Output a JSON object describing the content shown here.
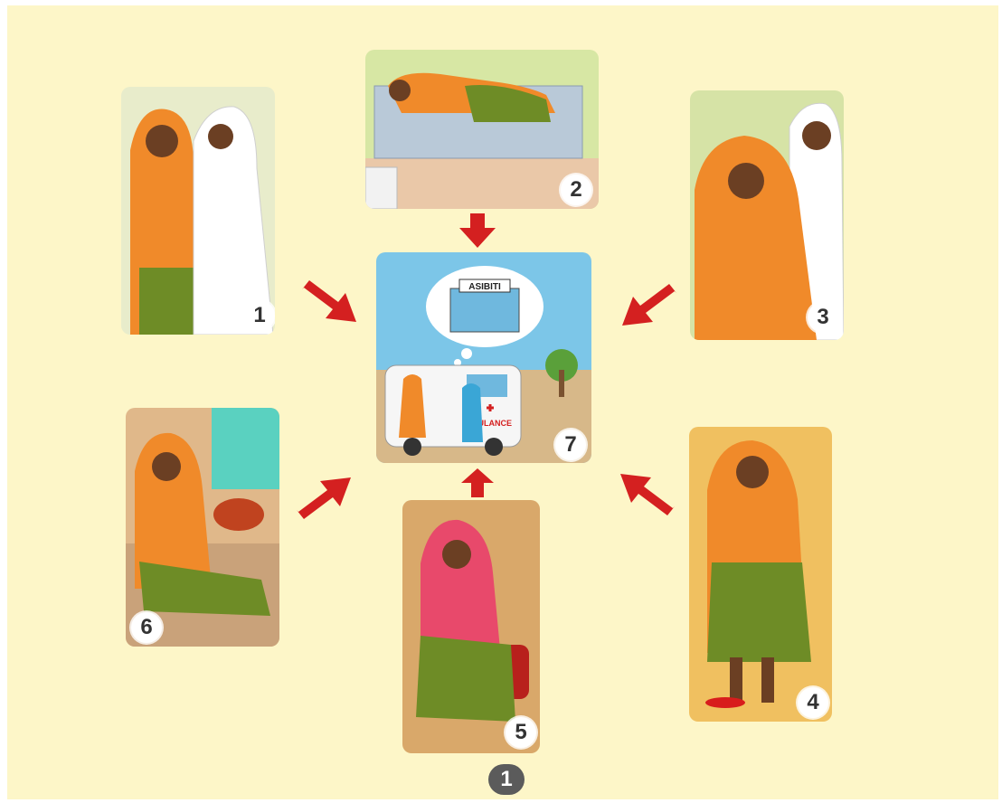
{
  "panels": [
    {
      "id": "1",
      "label": "1"
    },
    {
      "id": "2",
      "label": "2"
    },
    {
      "id": "3",
      "label": "3"
    },
    {
      "id": "4",
      "label": "4"
    },
    {
      "id": "5",
      "label": "5"
    },
    {
      "id": "6",
      "label": "6"
    },
    {
      "id": "7",
      "label": "7"
    }
  ],
  "center": {
    "sign_text": "ASIBITI",
    "ambulance_text": "BULANCE"
  },
  "page_number": "1",
  "colors": {
    "background": "#fdf6c8",
    "arrow": "#d42020",
    "wrap_orange": "#f08a2a",
    "dress_green": "#6e8c26"
  }
}
